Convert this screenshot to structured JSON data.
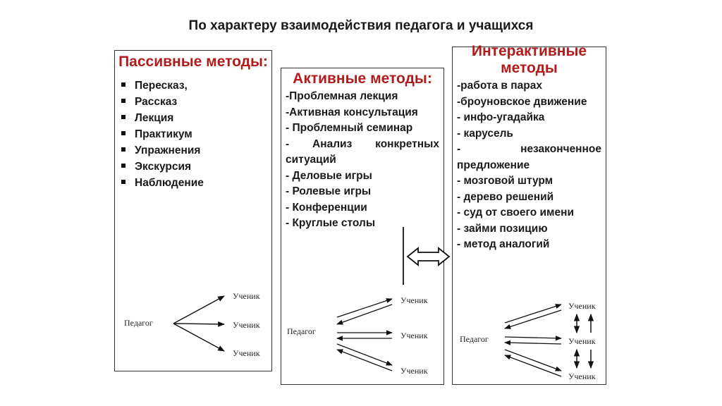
{
  "title": "По характеру взаимодействия педагога и учащихся",
  "passive": {
    "heading": "Пассивные методы:",
    "items": [
      "Пересказ,",
      "Рассказ",
      "Лекция",
      "Практикум",
      "Упражнения",
      "Экскурсия",
      "Наблюдение"
    ]
  },
  "active": {
    "heading": "Активные методы:",
    "items": [
      "-Проблемная лекция",
      "-Активная консультация",
      "- Проблемный семинар",
      "- Анализ конкретных ситуаций",
      "- Деловые игры",
      "- Ролевые игры",
      "- Конференции",
      "- Круглые столы"
    ]
  },
  "interactive": {
    "heading": "Интерактивные методы",
    "items": [
      "-работа в парах",
      "-броуновское движение",
      "- инфо-угадайка",
      "- карусель",
      "- незаконченное предложение",
      "- мозговой штурм",
      "- дерево решений",
      "- суд от своего имени",
      "- займи позицию",
      "- метод аналогий"
    ]
  },
  "diagram_labels": {
    "teacher": "Педагог",
    "student": "Ученик"
  }
}
